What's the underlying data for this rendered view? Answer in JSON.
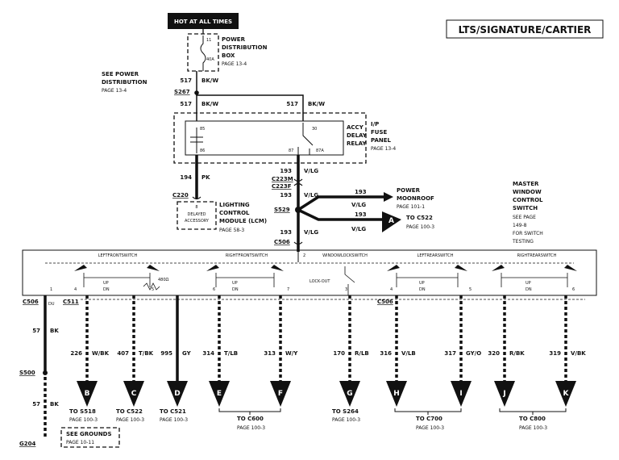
{
  "hot_label": "HOT AT ALL TIMES",
  "model_label": "LTS/SIGNATURE/CARTIER",
  "power_dist": {
    "fuse_num": "11",
    "fuse_amp": "40A",
    "name": [
      "POWER",
      "DISTRIBUTION",
      "BOX"
    ],
    "page": "PAGE 13-4"
  },
  "see_power": [
    "SEE POWER",
    "DISTRIBUTION",
    "PAGE 13-4"
  ],
  "wire_517": {
    "circuit": "517",
    "color": "BK/W"
  },
  "splice_s267": "S267",
  "fuse_panel": {
    "relay": [
      "ACCY",
      "DELAY",
      "RELAY"
    ],
    "panel": [
      "I/P",
      "FUSE",
      "PANEL"
    ],
    "page": "PAGE 13-4",
    "pins": [
      "85",
      "30",
      "86",
      "87",
      "87A"
    ]
  },
  "wire_194": {
    "circuit": "194",
    "color": "PK"
  },
  "c220": "C220",
  "lcm": {
    "pin": "8",
    "box": [
      "DELAYED",
      "ACCESSORY"
    ],
    "name": [
      "LIGHTING",
      "CONTROL",
      "MODULE (LCM)"
    ],
    "page": "PAGE 58-3"
  },
  "wire_193": {
    "circuit": "193",
    "color": "V/LG"
  },
  "connectors": {
    "c223m": "C223M",
    "c223f": "C223F",
    "s529": "S529",
    "c506": "C506",
    "c511": "C511",
    "s500": "S500",
    "g204": "G204"
  },
  "moonroof": {
    "name": [
      "POWER",
      "MOONROOF"
    ],
    "page": "PAGE 101-1"
  },
  "tag_a": {
    "letter": "A",
    "to": "TO C522",
    "page": "PAGE 100-3"
  },
  "master": [
    "MASTER",
    "WINDOW",
    "CONTROL",
    "SWITCH",
    "SEE PAGE",
    "149-8",
    "FOR SWITCH",
    "TESTING"
  ],
  "switches": [
    "LEFTFRONTSWITCH",
    "RIGHTFRONTSWITCH",
    "WINDOWLOCKSWITCH",
    "LEFTREARSWITCH",
    "RIGHTREARSWITCH"
  ],
  "updn": [
    "UP",
    "DN"
  ],
  "resistor": "480Ω",
  "lockout": "LOCK-OUT",
  "pins": [
    "1",
    "4",
    "5",
    "6",
    "7",
    "2",
    "3",
    "4",
    "5",
    "6"
  ],
  "ground": {
    "pin": "DU",
    "circuit": "57",
    "color": "BK",
    "see": [
      "SEE GROUNDS",
      "PAGE 10-11"
    ]
  },
  "outputs": [
    {
      "circuit": "226",
      "color": "W/BK",
      "letter": "B",
      "to": "TO S518",
      "page": "PAGE 100-3"
    },
    {
      "circuit": "407",
      "color": "T/BK",
      "letter": "C",
      "to": "TO C522",
      "page": "PAGE 100-3"
    },
    {
      "circuit": "995",
      "color": "GY",
      "letter": "D",
      "to": "TO C521",
      "page": "PAGE 100-3"
    },
    {
      "circuit": "314",
      "color": "T/LB",
      "letter": "E",
      "to": "",
      "page": ""
    },
    {
      "circuit": "313",
      "color": "W/Y",
      "letter": "F",
      "to": "",
      "page": ""
    },
    {
      "circuit": "170",
      "color": "R/LB",
      "letter": "G",
      "to": "TO S264",
      "page": "PAGE 100-3"
    },
    {
      "circuit": "316",
      "color": "V/LB",
      "letter": "H",
      "to": "",
      "page": ""
    },
    {
      "circuit": "317",
      "color": "GY/O",
      "letter": "I",
      "to": "",
      "page": ""
    },
    {
      "circuit": "320",
      "color": "R/BK",
      "letter": "J",
      "to": "",
      "page": ""
    },
    {
      "circuit": "319",
      "color": "V/BK",
      "letter": "K",
      "to": "",
      "page": ""
    }
  ],
  "groups": [
    {
      "to": "TO C600",
      "page": "PAGE 100-3"
    },
    {
      "to": "TO C700",
      "page": "PAGE 100-3"
    },
    {
      "to": "TO C800",
      "page": "PAGE 100-3"
    }
  ]
}
